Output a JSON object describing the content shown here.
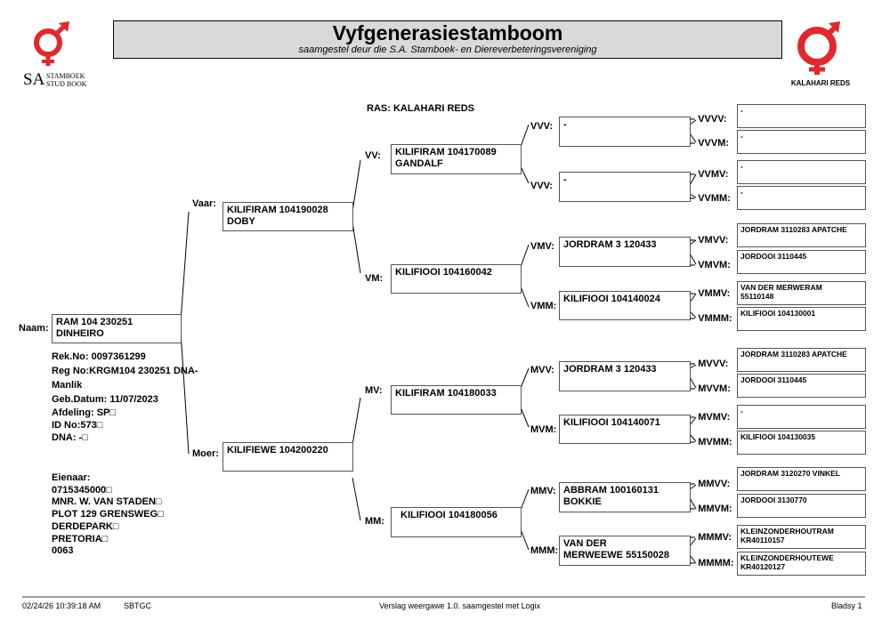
{
  "header": {
    "title": "Vyfgenerasiestamboom",
    "subtitle": "saamgestel deur die S.A. Stamboek- en Diereverbeteringsvereniging",
    "logo_left": {
      "letters": "SA",
      "line1": "STAMBOEK",
      "line2": "STUD BOOK"
    },
    "logo_right": {
      "text": "KALAHARI REDS"
    },
    "brand_color": "#e0282e"
  },
  "breed": "RAS: KALAHARI REDS",
  "animal": {
    "label": "Naam:",
    "name_line1": "RAM 104 230251",
    "name_line2": "DINHEIRO",
    "details": [
      "Rek.No: 0097361299",
      "Reg No:KRGM104 230251 DNA-",
      "Manlik",
      "Geb.Datum: 11/07/2023",
      "Afdeling: SP□",
      "ID No:573□",
      "DNA: -□"
    ],
    "owner": [
      "Eienaar:",
      "0715345000□",
      "MNR. W. VAN STADEN□",
      "PLOT 129 GRENSWEG□",
      "DERDEPARK□",
      "PRETORIA□",
      "0063"
    ]
  },
  "gen1": {
    "sire": {
      "label": "Vaar:",
      "line1": "KILIFIRAM 104190028",
      "line2": "DOBY"
    },
    "dam": {
      "label": "Moer:",
      "line1": "KILIFIEWE 104200220",
      "line2": ""
    }
  },
  "gen2": [
    {
      "label": "VV:",
      "line1": "KILIFIRAM 104170089",
      "line2": "GANDALF"
    },
    {
      "label": "VM:",
      "line1": "KILIFIOOI 104160042",
      "line2": ""
    },
    {
      "label": "MV:",
      "line1": "KILIFIRAM 104180033",
      "line2": ""
    },
    {
      "label": "MM:",
      "line1": "KILIFIOOI 104180056",
      "line2": ""
    }
  ],
  "gen3": [
    {
      "label": "VVV:",
      "line1": "-",
      "line2": ""
    },
    {
      "label": "VVV:",
      "line1": "-",
      "line2": ""
    },
    {
      "label": "VMV:",
      "line1": "JORDRAM 3 120433",
      "line2": ""
    },
    {
      "label": "VMM:",
      "line1": "KILIFIOOI 104140024",
      "line2": ""
    },
    {
      "label": "MVV:",
      "line1": "JORDRAM 3 120433",
      "line2": ""
    },
    {
      "label": "MVM:",
      "line1": "KILIFIOOI 104140071",
      "line2": ""
    },
    {
      "label": "MMV:",
      "line1": "ABBRAM 100160131",
      "line2": "BOKKIE"
    },
    {
      "label": "MMM:",
      "line1": "VAN DER",
      "line2": "MERWEEWE 55150028"
    }
  ],
  "gen4": [
    {
      "label": "VVVV:",
      "line1": "-",
      "line2": ""
    },
    {
      "label": "VVVM:",
      "line1": "-",
      "line2": ""
    },
    {
      "label": "VVMV:",
      "line1": "-",
      "line2": ""
    },
    {
      "label": "VVMM:",
      "line1": "-",
      "line2": ""
    },
    {
      "label": "VMVV:",
      "line1": "JORDRAM 3110283 APATCHE",
      "line2": ""
    },
    {
      "label": "VMVM:",
      "line1": "JORDOOI 3110445",
      "line2": ""
    },
    {
      "label": "VMMV:",
      "line1": "VAN DER MERWERAM",
      "line2": "55110148"
    },
    {
      "label": "VMMM:",
      "line1": "KILIFIOOI 104130001",
      "line2": ""
    },
    {
      "label": "MVVV:",
      "line1": "JORDRAM 3110283 APATCHE",
      "line2": ""
    },
    {
      "label": "MVVM:",
      "line1": "JORDOOI 3110445",
      "line2": ""
    },
    {
      "label": "MVMV:",
      "line1": "-",
      "line2": ""
    },
    {
      "label": "MVMM:",
      "line1": "KILIFIOOI 104130035",
      "line2": ""
    },
    {
      "label": "MMVV:",
      "line1": "JORDRAM 3120270 VINKEL",
      "line2": ""
    },
    {
      "label": "MMVM:",
      "line1": "JORDOOI 3130770",
      "line2": ""
    },
    {
      "label": "MMMV:",
      "line1": "KLEINZONDERHOUTRAM",
      "line2": "KR40110157"
    },
    {
      "label": "MMMM:",
      "line1": "KLEINZONDERHOUTEWE",
      "line2": "KR40120127"
    }
  ],
  "footer": {
    "timestamp": "02/24/26 10:39:18 AM",
    "code": "SBTGC",
    "report": "Verslag weergawe 1.0. saamgestel met Logix",
    "page": "Bladsy 1"
  }
}
